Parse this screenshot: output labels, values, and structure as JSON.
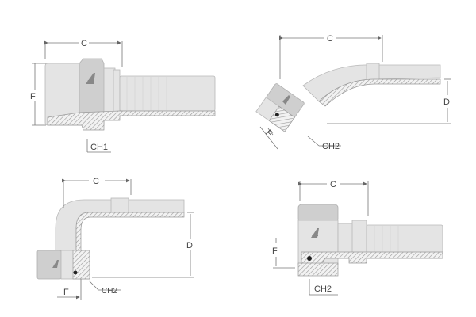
{
  "figure": {
    "description": "Hydraulic hose fitting technical drawings (four variants)",
    "colors": {
      "body": "#e4e4e4",
      "nut": "#cfcfcf",
      "outline": "#b8b8b8",
      "dimension_lines": "#777777",
      "labels": "#444444"
    },
    "views": [
      {
        "id": "straight-ch1",
        "dimensions": {
          "c": "C",
          "f": "F"
        },
        "callout": "CH1"
      },
      {
        "id": "elbow-45",
        "dimensions": {
          "c": "C",
          "d": "D",
          "f": "F"
        },
        "callout": "CH2"
      },
      {
        "id": "elbow-90",
        "dimensions": {
          "c": "C",
          "d": "D",
          "f": "F"
        },
        "callout": "CH2"
      },
      {
        "id": "straight-swivel",
        "dimensions": {
          "c": "C",
          "f": "F"
        },
        "callout": "CH2"
      }
    ]
  }
}
